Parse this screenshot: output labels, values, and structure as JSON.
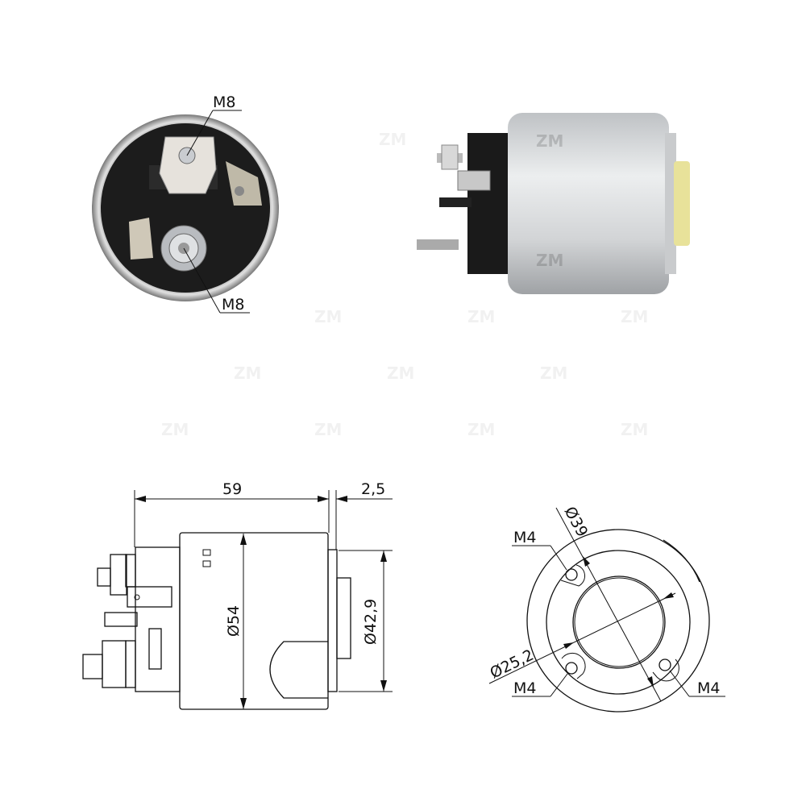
{
  "watermark": "ZM",
  "photos": {
    "front_view": {
      "labels": {
        "top_thread": "M8",
        "bottom_thread": "M8"
      }
    },
    "side_view": {
      "watermark": "ZM"
    }
  },
  "drawing_side": {
    "length": "59",
    "flange": "2,5",
    "body_diameter": "Ø54",
    "flange_diameter": "Ø42,9"
  },
  "drawing_front": {
    "bolt_circle": "Ø39",
    "bore": "Ø25,2",
    "holes": [
      "M4",
      "M4",
      "M4"
    ]
  },
  "colors": {
    "housing": "#d6d8da",
    "cap": "#1a1a1a",
    "insert": "#e8e29a",
    "line": "#111111"
  }
}
